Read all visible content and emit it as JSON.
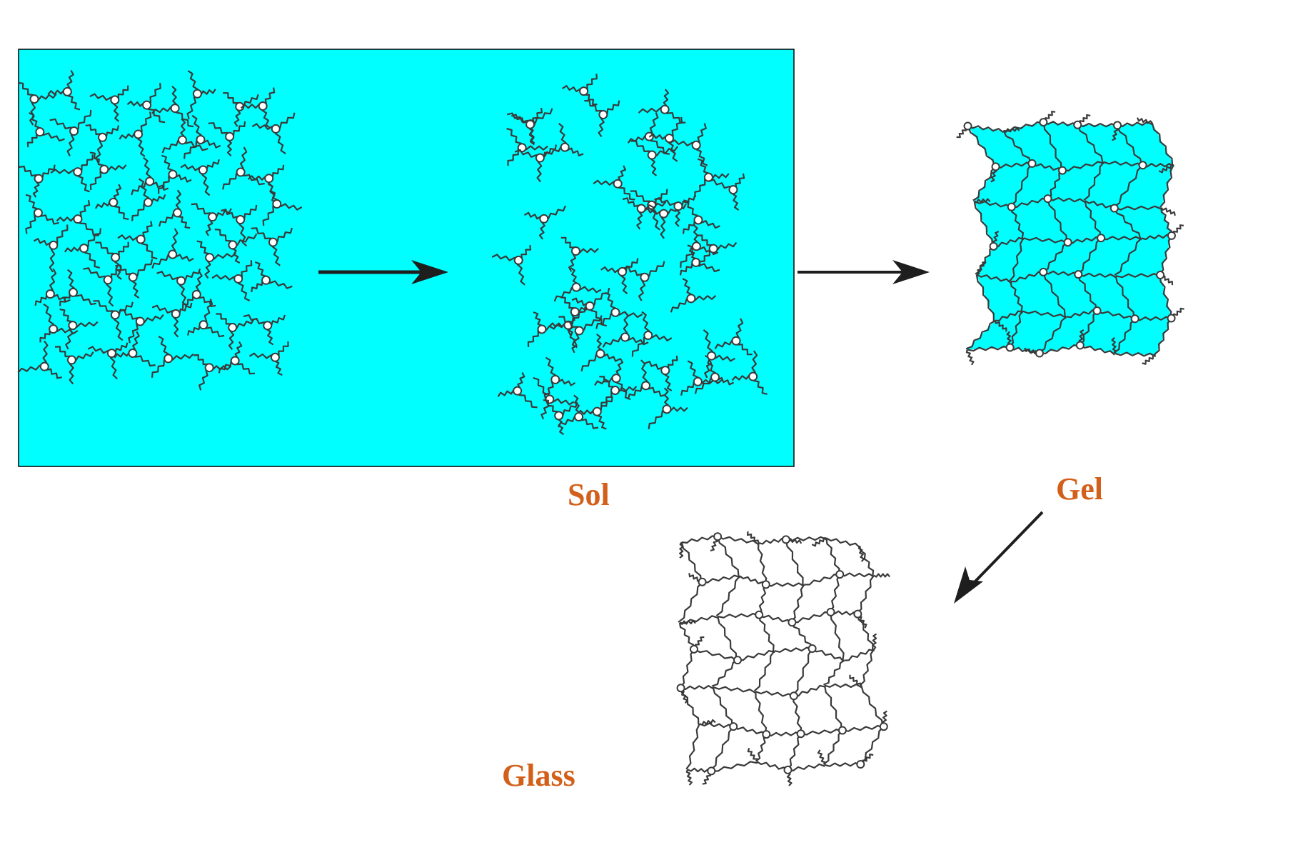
{
  "labels": {
    "sol": "Sol",
    "gel": "Gel",
    "glass": "Glass"
  },
  "colors": {
    "solution": "#00ffff",
    "label": "#d2601a",
    "molecule": "#3a3a3a",
    "arrow": "#1e1e1e"
  }
}
